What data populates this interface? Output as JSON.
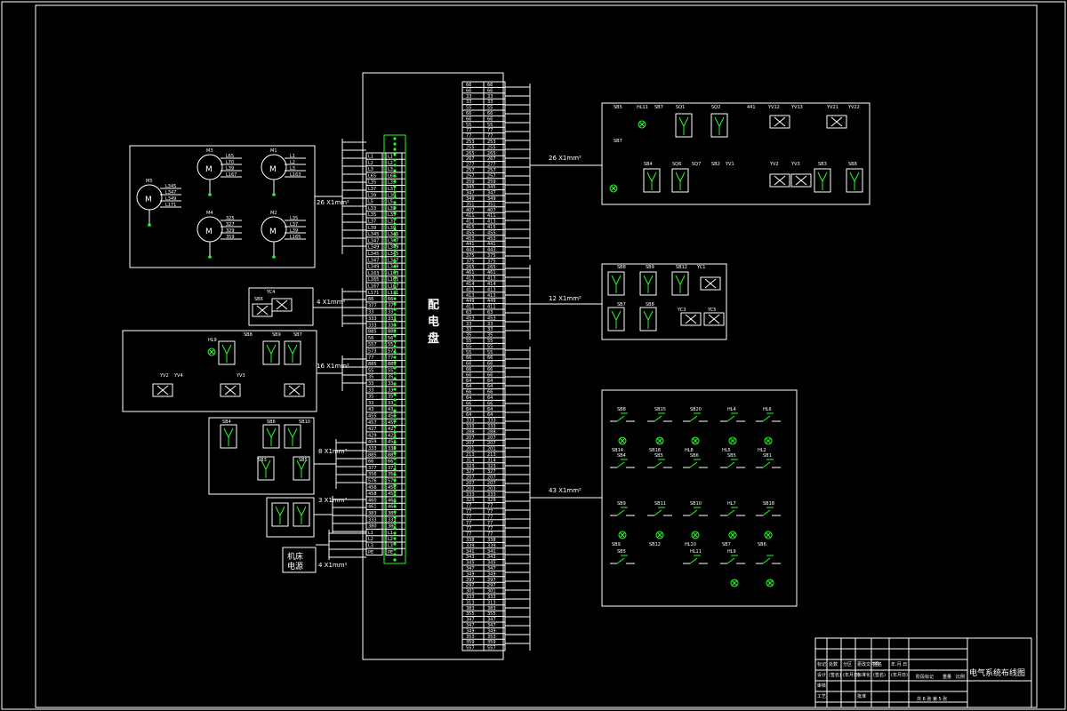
{
  "panel_title": [
    "配",
    "电",
    "盘"
  ],
  "cables": {
    "c1": "26 X1mm²",
    "c2": "4 X1mm²",
    "c3": "16 X1mm²",
    "c4": "8 X1mm²",
    "c5": "3 X1mm²",
    "c6": "4 X1mm²",
    "r1": "26 X1mm²",
    "r2": "12 X1mm²",
    "r3": "43 X1mm²"
  },
  "power_box": [
    "机床",
    "电源"
  ],
  "motor_symbol": "M",
  "motors": [
    {
      "name": "M5",
      "pins": [
        "L345",
        "L347",
        "L349",
        "L171"
      ]
    },
    {
      "name": "M3",
      "pins": [
        "L65",
        "L70",
        "L39",
        "L167"
      ]
    },
    {
      "name": "M1",
      "pins": [
        "L1",
        "L2",
        "L3",
        "L163"
      ]
    },
    {
      "name": "M4",
      "pins": [
        "325",
        "327",
        "329",
        "359"
      ]
    },
    {
      "name": "M2",
      "pins": [
        "L35",
        "L37",
        "L39",
        "L165"
      ]
    }
  ],
  "left_terminals": [
    "L1",
    "L2",
    "L3",
    "L65",
    "L35",
    "L37",
    "L39",
    "L5",
    "L33",
    "L35",
    "L37",
    "L39",
    "L345",
    "L347",
    "L349",
    "L345",
    "L347",
    "L349",
    "L163",
    "L165",
    "L167",
    "L171",
    "66",
    "377",
    "33",
    "333",
    "333",
    "885",
    "56",
    "557",
    "573",
    "77",
    "885",
    "55",
    "35",
    "33",
    "33",
    "35",
    "33",
    "43",
    "455",
    "457",
    "427",
    "429",
    "459",
    "333",
    "885",
    "66",
    "377",
    "356",
    "576",
    "456",
    "458",
    "460",
    "461",
    "383",
    "333",
    "380",
    "L1",
    "L2",
    "L3",
    "PE"
  ],
  "right_terminals": [
    "66",
    "66",
    "33",
    "33",
    "55",
    "66",
    "66",
    "55",
    "77",
    "77",
    "253",
    "255",
    "265",
    "267",
    "277",
    "257",
    "257",
    "259",
    "345",
    "347",
    "349",
    "351",
    "407",
    "411",
    "413",
    "415",
    "455",
    "453",
    "441",
    "443",
    "375",
    "375",
    "265",
    "461",
    "413",
    "414",
    "413",
    "413",
    "449",
    "411",
    "63",
    "453",
    "33",
    "33",
    "35",
    "55",
    "55",
    "55",
    "66",
    "66",
    "66",
    "66",
    "64",
    "64",
    "66",
    "64",
    "66",
    "64",
    "64",
    "333",
    "333",
    "288",
    "207",
    "207",
    "201",
    "213",
    "314",
    "323",
    "327",
    "207",
    "207",
    "203",
    "333",
    "329",
    "77",
    "77",
    "77",
    "77",
    "77",
    "77",
    "338",
    "339",
    "341",
    "343",
    "345",
    "347",
    "349",
    "297",
    "297",
    "301",
    "333",
    "313",
    "383",
    "355",
    "347",
    "347",
    "349",
    "353",
    "359",
    "557"
  ],
  "top_right_labels": [
    "SB5",
    "HL11",
    "SB7",
    "SQ1",
    "SQ2",
    "441",
    "YV12",
    "YV13",
    "YV21",
    "YV22",
    "SB7",
    "SB4",
    "SQ6",
    "SQ7",
    "SB2",
    "YV1",
    "YV2",
    "YV3",
    "SB3",
    "SB8"
  ],
  "mid_right_labels": [
    "SB8",
    "SB9",
    "SB12",
    "YC1",
    "SB7",
    "SB8",
    "YC3",
    "YC5"
  ],
  "bottom_right_labels": [
    "SB8",
    "SB14",
    "SB15",
    "SB18",
    "SB20",
    "HL8",
    "HL4",
    "HL5",
    "HL6",
    "HL2",
    "SB4",
    "SB5",
    "SB6",
    "SB5",
    "SB1",
    "SB9",
    "SB9",
    "SB11",
    "SB12",
    "SB10",
    "HL10",
    "HL7",
    "SB7",
    "SB18",
    "SB6",
    "SB5",
    "HL11",
    "HL9"
  ],
  "left_group_labels": [
    "YC4",
    "SB6",
    "HL9",
    "SB8",
    "SB9",
    "SB7",
    "YV2",
    "YV4",
    "YV3",
    "SB4",
    "SB6",
    "SB10",
    "SB3",
    "SB5"
  ],
  "title_block": {
    "drawing_title": "电气系统布线图",
    "sheet_info": "共 6 张   第 5 张",
    "rows": [
      [
        "标记",
        "处数",
        "分区",
        "更改文件号",
        "签名",
        "年.月.日"
      ],
      [
        "设计",
        "(签名)",
        "(年月日)",
        "标准化",
        "(签名)",
        "(年月日)"
      ],
      [
        "审核",
        "",
        "",
        "",
        "",
        ""
      ],
      [
        "工艺",
        "",
        "",
        "批准",
        "",
        ""
      ]
    ],
    "stage": "阶段标记",
    "weight": "重量",
    "scale": "比例"
  },
  "colors": {
    "background": "#000000",
    "lines": "#ffffff",
    "accent": "#22ff22"
  }
}
